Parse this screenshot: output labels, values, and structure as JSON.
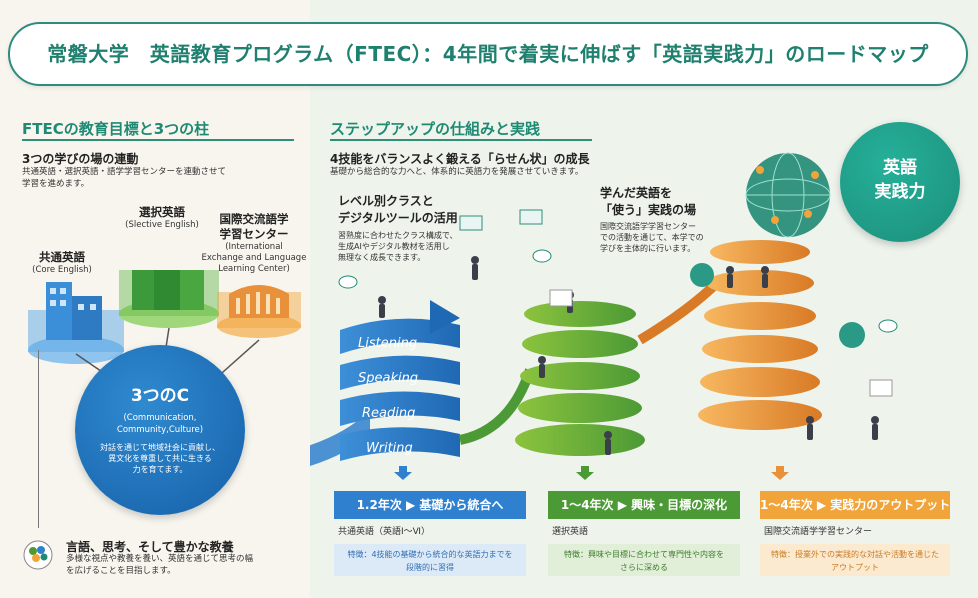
{
  "title": "常磐大学　英語教育プログラム（FTEC）：4年間で着実に伸ばす「英語実践力」のロードマップ",
  "left": {
    "heading": "FTECの教育目標と3つの柱",
    "pillars_head": "3つの学びの場の連動",
    "pillars_desc_1": "共通英語・選択英語・語学学習センターを連動させて",
    "pillars_desc_2": "学習を進めます。",
    "buildings": [
      {
        "label": "共通英語",
        "sub": "(Core English)"
      },
      {
        "label": "選択英語",
        "sub": "(Slective English)"
      },
      {
        "label_1": "国際交流語学",
        "label_2": "学習センター",
        "sub_1": "(International",
        "sub_2": "Exchange and Language",
        "sub_3": "Learning Center)"
      }
    ],
    "circle_title": "3つのC",
    "circle_sub_1": "(Communication,",
    "circle_sub_2": "Community,Culture)",
    "circle_desc_1": "対話を通じて地域社会に貢献し、",
    "circle_desc_2": "異文化を尊重して共に生きる",
    "circle_desc_3": "力を育てます。",
    "bottom_head": "言語、思考、そして豊かな教養",
    "bottom_desc_1": "多様な視点や教養を養い、英語を通じて思考の幅",
    "bottom_desc_2": "を広げることを目指します。"
  },
  "right": {
    "heading": "ステップアップの仕組みと実践",
    "spiral_head": "4技能をバランスよく鍛える「らせん状」の成長",
    "spiral_desc": "基礎から総合的な力へと、体系的に英語力を発展させていきます。",
    "level_head_1": "レベル別クラスと",
    "level_head_2": "デジタルツールの活用",
    "level_desc_1": "習熟度に合わせたクラス構成で、",
    "level_desc_2": "生成AIやデジタル教材を活用し",
    "level_desc_3": "無理なく成長できます。",
    "use_head_1": "学んだ英語を",
    "use_head_2": "「使う」実践の場",
    "use_desc_1": "国際交流語学学習センター",
    "use_desc_2": "での活動を通じて、本学での",
    "use_desc_3": "学びを主体的に行います。",
    "badge_1": "英語",
    "badge_2": "実践力",
    "skills": [
      "Listening",
      "Speaking",
      "Reading",
      "Writing"
    ],
    "stages": [
      {
        "bar": "1.2年次 ▶ 基礎から統合へ",
        "course": "共通英語（英語Ⅰ～Ⅵ）",
        "note_1": "特徴：4技能の基礎から統合的な英語力までを",
        "note_2": "段階的に習得",
        "color": "#2f80cf",
        "note_bg": "#dce9f6"
      },
      {
        "bar": "1～4年次 ▶ 興味・目標の深化",
        "course": "選択英語",
        "note_1": "特徴：興味や目標に合わせて専門性や内容を",
        "note_2": "さらに深める",
        "color": "#4c9a35",
        "note_bg": "#e1efd8"
      },
      {
        "bar": "1～4年次 ▶ 実践力のアウトプット",
        "course": "国際交流語学学習センター",
        "note_1": "特徴：授業外での実践的な対話や活動を通じた",
        "note_2": "アウトプット",
        "color": "#f0a43a",
        "note_bg": "#fbead0"
      }
    ]
  },
  "colors": {
    "accent": "#1f8a73",
    "blue": "#2f80cf",
    "green": "#4c9a35",
    "orange": "#f0a43a"
  }
}
